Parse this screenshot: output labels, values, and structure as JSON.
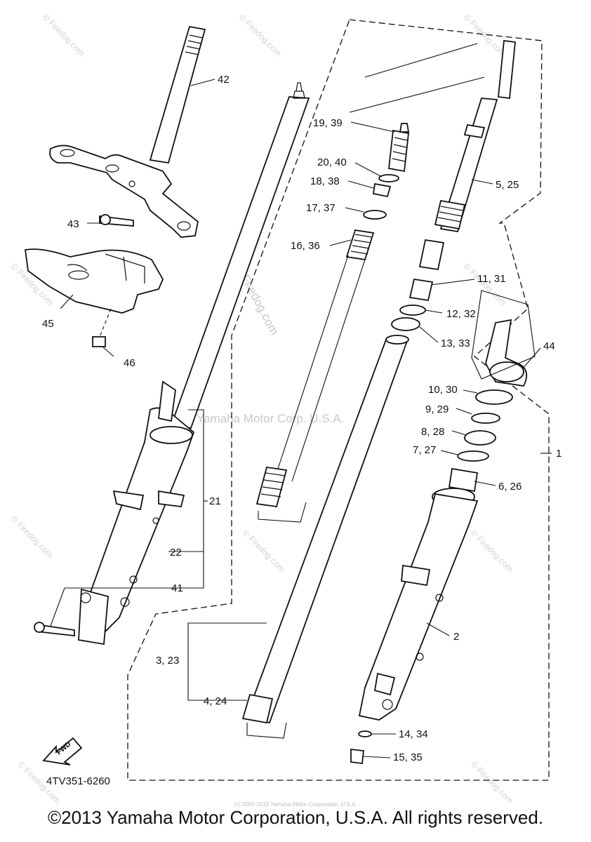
{
  "diagram": {
    "drawing_code": "4TV351-6260",
    "fwd_label": "FWD",
    "watermark_main": "Yamaha Motor Corp. U.S.A.",
    "watermark_site": "© Firedog.com",
    "callouts": {
      "c42": "42",
      "c43": "43",
      "c45": "45",
      "c46": "46",
      "c21": "21",
      "c22": "22",
      "c41": "41",
      "c19_39": "19, 39",
      "c20_40": "20, 40",
      "c18_38": "18, 38",
      "c17_37": "17, 37",
      "c16_36": "16, 36",
      "c5_25": "5, 25",
      "c11_31": "11, 31",
      "c12_32": "12, 32",
      "c13_33": "13, 33",
      "c44": "44",
      "c10_30": "10, 30",
      "c9_29": "9, 29",
      "c8_28": "8, 28",
      "c7_27": "7, 27",
      "c1": "1",
      "c6_26": "6, 26",
      "c2": "2",
      "c3_23": "3, 23",
      "c4_24": "4, 24",
      "c14_34": "14, 34",
      "c15_35": "15, 35"
    }
  },
  "footer": {
    "copyright": "©2013 Yamaha Motor Corporation, U.S.A. All rights reserved.",
    "small_copyright": "(c) 2005-2015 Yamaha Motor Corporation, U.S.A."
  }
}
